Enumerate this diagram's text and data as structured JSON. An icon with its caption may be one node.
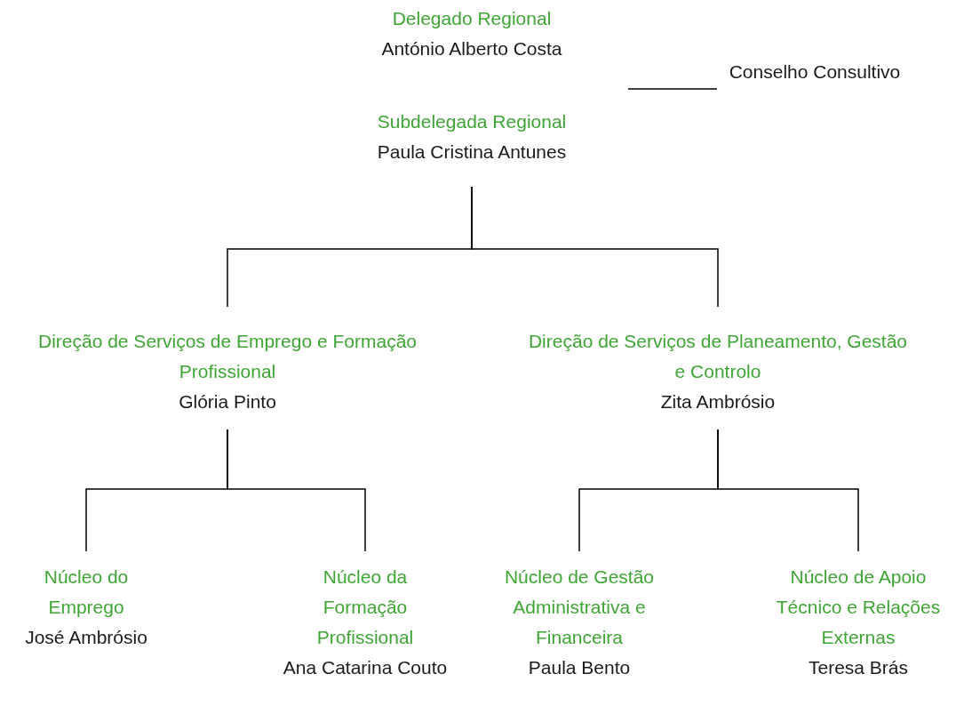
{
  "diagram": {
    "nodes": [
      {
        "text": [
          "Delegado Regional",
          "António Alberto Costa"
        ]
      },
      {
        "text": [
          "Subdelegada Regional",
          "Paula Cristina Antunes"
        ]
      },
      {
        "text": [
          "Conselho Consultivo"
        ]
      },
      {
        "text": [
          "Direção de Serviços de Emprego e Formação Profissional",
          "Glória Pinto"
        ]
      },
      {
        "text": [
          "Direção de Serviços de Planeamento, Gestão e Controlo",
          "Zita Ambrósio"
        ]
      },
      {
        "text": [
          "Núcleo do Emprego",
          "José Ambrósio"
        ]
      },
      {
        "text": [
          "Núcleo da Formação Profissional",
          "Ana Catarina Couto"
        ]
      },
      {
        "text": [
          "Núcleo de Gestão Administrativa e Financeira",
          "Paula Bento"
        ]
      },
      {
        "text": [
          "Núcleo de Apoio Técnico e Relações Externas",
          "Teresa Brás"
        ]
      }
    ],
    "edges": [
      {
        "from": null,
        "to": 2,
        "arrow": "none"
      },
      {
        "from": 1,
        "to": 3,
        "arrow": "none"
      },
      {
        "from": 1,
        "to": 4,
        "arrow": "none"
      },
      {
        "from": 3,
        "to": 5,
        "arrow": "none"
      },
      {
        "from": 3,
        "to": 6,
        "arrow": "none"
      },
      {
        "from": 4,
        "to": 7,
        "arrow": "none"
      },
      {
        "from": 4,
        "to": 8,
        "arrow": "none"
      }
    ]
  }
}
